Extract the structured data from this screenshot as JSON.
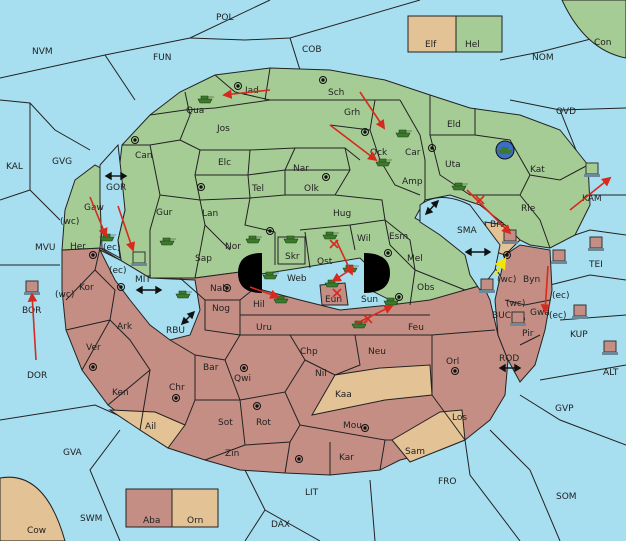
{
  "colors": {
    "sea": "#a7dff0",
    "green_power": "#a6cc95",
    "red_power": "#c48e84",
    "neutral": "#e3c295",
    "order_arrow": "#d62a1e",
    "support_arrow": "#f2e600",
    "army": "#3a7a2a",
    "fleet": "#c48e84"
  },
  "legend_top": {
    "left": "Elf",
    "right": "Hel"
  },
  "legend_bottom": {
    "left": "Aba",
    "right": "Orn"
  },
  "sea_labels": {
    "pol": "POL",
    "nvm": "NVM",
    "fun": "FUN",
    "cob": "COB",
    "nom": "NOM",
    "ovd": "OVD",
    "kal": "KAL",
    "gvg": "GVG",
    "gor": "GOR",
    "mvu": "MVU",
    "mit": "MIT",
    "bor": "BOR",
    "dor": "DOR",
    "rbu": "RBU",
    "sma": "SMA",
    "kam": "KAM",
    "tei": "TEI",
    "buc": "BUC",
    "kup": "KUP",
    "alt": "ALT",
    "rod": "ROD",
    "gvp": "GVP",
    "gva": "GVA",
    "lit": "LIT",
    "fro": "FRO",
    "som": "SOM",
    "swm": "SWM",
    "dax": "DAX",
    "con": "Con",
    "cow": "Cow"
  },
  "land_labels": {
    "jad": "Jad",
    "qua": "Qua",
    "sch": "Sch",
    "jos": "Jos",
    "grh": "Grh",
    "can": "Can",
    "car": "Car",
    "eld": "Eld",
    "elc": "Elc",
    "nar": "Nar",
    "ock": "Ock",
    "uta": "Uta",
    "kat": "Kat",
    "tel": "Tel",
    "olk": "Olk",
    "amp": "Amp",
    "gur": "Gur",
    "lan": "Lan",
    "hug": "Hug",
    "rie": "Rie",
    "brt": "Brt",
    "gaw": "Gaw",
    "nor": "Nor",
    "skr": "Skr",
    "wil": "Wil",
    "esm": "Esm",
    "her": "Her",
    "sap": "Sap",
    "ost": "Ost",
    "mel": "Mel",
    "web": "Web",
    "kor": "Kor",
    "nab": "Nab",
    "eun": "Eun",
    "obs": "Obs",
    "byn": "Byn",
    "hil": "Hil",
    "sun": "Sun",
    "gwa": "Gwa",
    "ark": "Ark",
    "nog": "Nog",
    "uru": "Uru",
    "feu": "Feu",
    "pir": "Pir",
    "ver": "Ver",
    "chp": "Chp",
    "neu": "Neu",
    "bar": "Bar",
    "qwi": "Qwi",
    "nil": "Nil",
    "orl": "Orl",
    "ken": "Ken",
    "chr": "Chr",
    "kaa": "Kaa",
    "ail": "Ail",
    "sot": "Sot",
    "rot": "Rot",
    "mou": "Mou",
    "los": "Los",
    "zin": "Zin",
    "kar": "Kar",
    "sam": "Sam"
  },
  "coast_tags": {
    "wc_gaw": "(wc)",
    "ec_gaw": "(ec)",
    "ec_mit": "(ec)",
    "wc_kor": "(wc)",
    "wc_brt": "(wc)",
    "wc_byn": "(wc)",
    "ec_byn": "(ec)",
    "ec_gwa": "(ec)"
  }
}
